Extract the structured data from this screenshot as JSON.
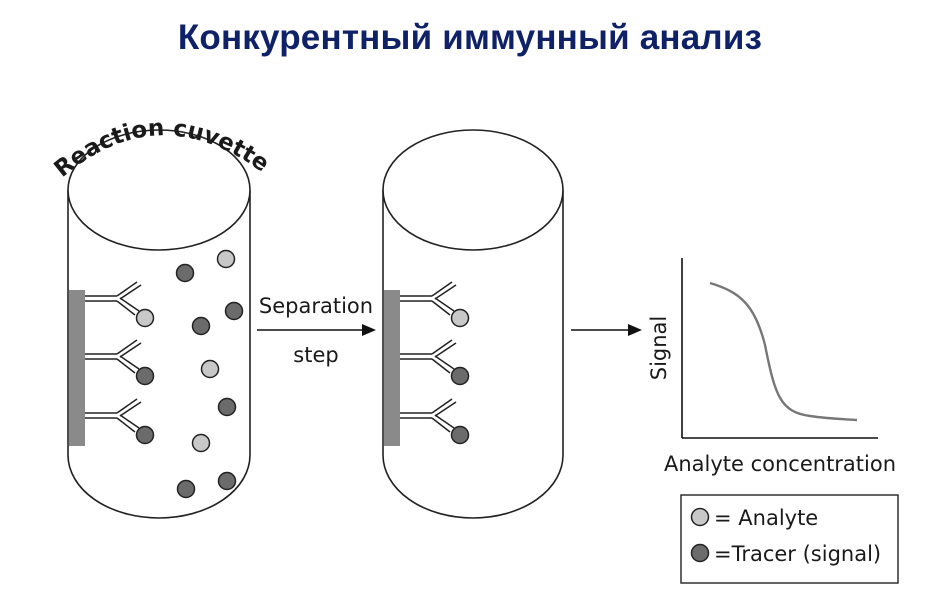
{
  "title": "Конкурентный иммунный анализ",
  "cuvette_label": "Reaction cuvette",
  "separation_line1": "Separation",
  "separation_line2": "step",
  "graph": {
    "ylabel": "Signal",
    "xlabel": "Analyte concentration"
  },
  "legend": {
    "analyte": "= Analyte",
    "tracer": "=Tracer (signal)"
  },
  "colors": {
    "title": "#0f2167",
    "analyte": "#c8c8c8",
    "tracer": "#6b6b6b",
    "wall": "#8a8a8a",
    "curve": "#777777"
  }
}
